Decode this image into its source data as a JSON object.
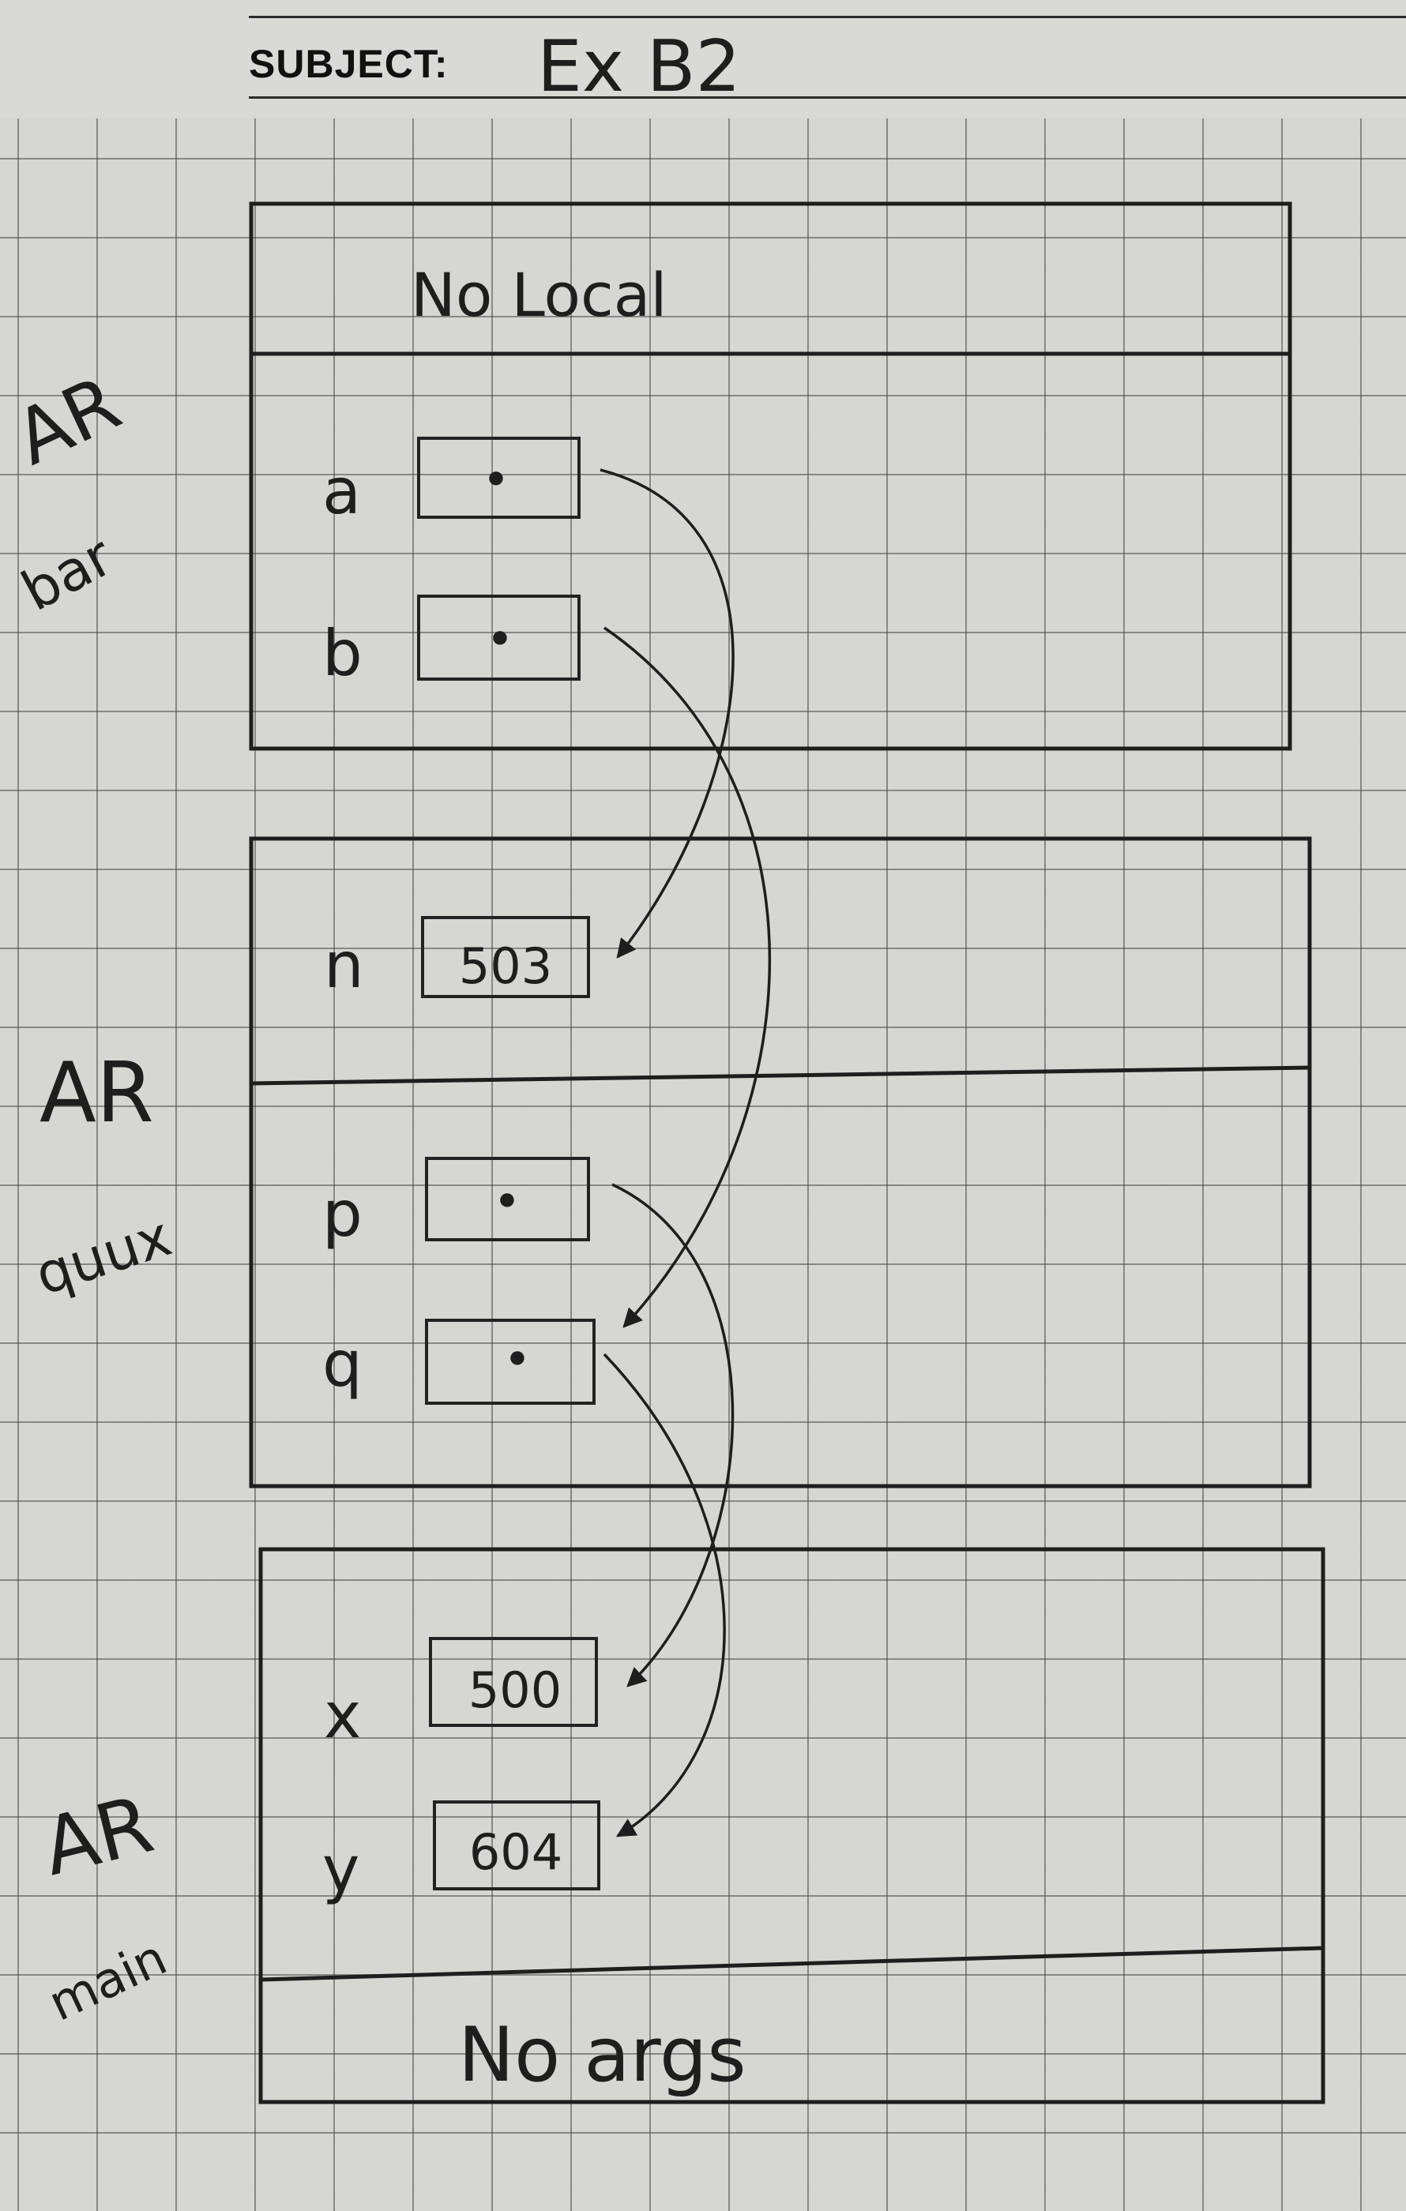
{
  "header": {
    "subject_label": "SUBJECT:",
    "subject_value": "Ex B2"
  },
  "frames": {
    "bar": {
      "label_ar": "AR",
      "label_name": "bar",
      "locals_note": "No Local",
      "vars": [
        {
          "name": "a",
          "value": "•"
        },
        {
          "name": "b",
          "value": "•"
        }
      ]
    },
    "quux": {
      "label_ar": "AR",
      "label_name": "quux",
      "vars": [
        {
          "name": "n",
          "value": "503"
        },
        {
          "name": "p",
          "value": "•"
        },
        {
          "name": "q",
          "value": "•"
        }
      ]
    },
    "main": {
      "label_ar": "AR",
      "label_name": "main",
      "args_note": "No args",
      "vars": [
        {
          "name": "x",
          "value": "500"
        },
        {
          "name": "y",
          "value": "604"
        }
      ]
    }
  },
  "pointers": [
    {
      "from": "bar.a",
      "to": "quux.n"
    },
    {
      "from": "bar.b",
      "to": "quux.q"
    },
    {
      "from": "quux.p",
      "to": "main.x"
    },
    {
      "from": "quux.q",
      "to": "main.y"
    }
  ]
}
